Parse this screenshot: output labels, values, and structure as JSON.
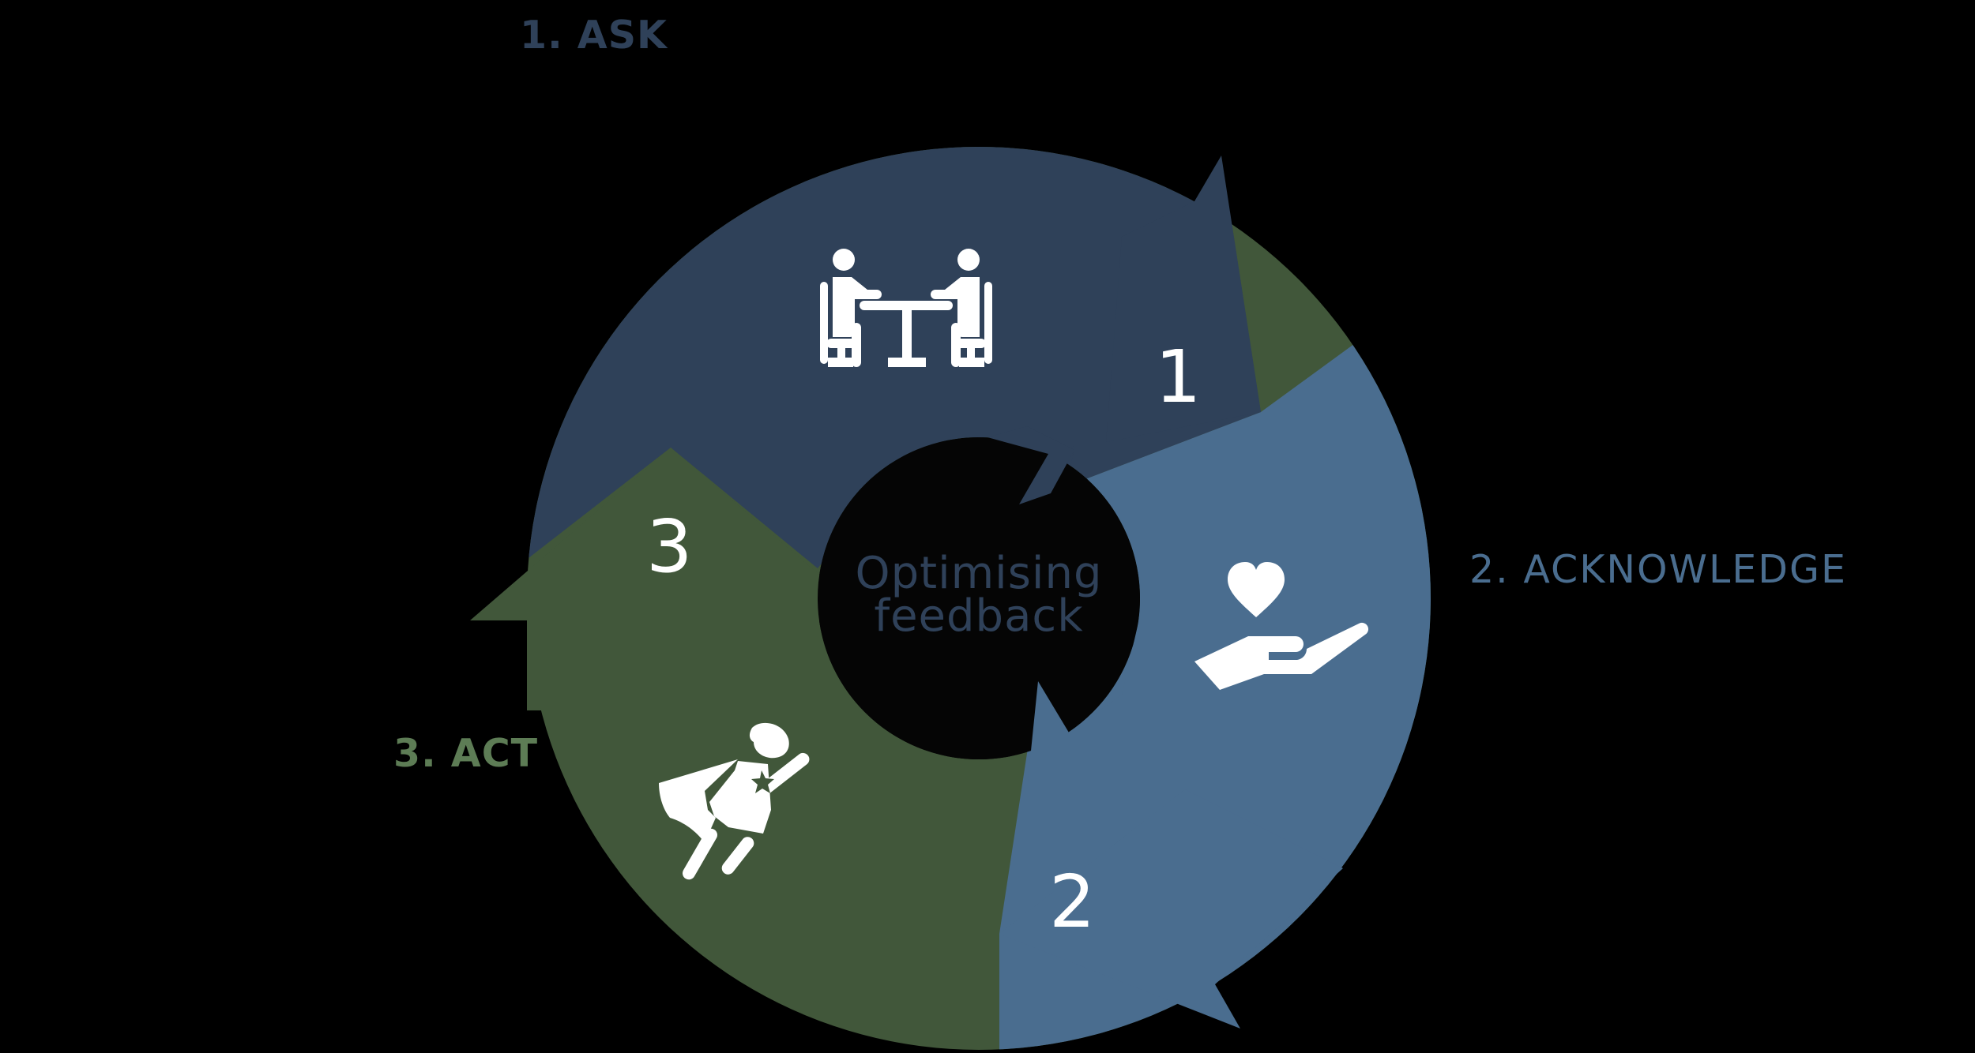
{
  "diagram": {
    "type": "cycle",
    "center_title": {
      "line1": "Optimising",
      "line2": "feedback"
    },
    "steps": [
      {
        "number": "1",
        "label": "1. ASK",
        "icon": "meeting-icon",
        "color": "#2f4159"
      },
      {
        "number": "2",
        "label": "2. ACKNOWLEDGE",
        "icon": "heart-in-hand-icon",
        "color": "#4a6d8f"
      },
      {
        "number": "3",
        "label": "3. ACT",
        "icon": "superhero-icon",
        "color": "#41573a"
      }
    ]
  },
  "colors": {
    "background": "#000000",
    "ask": "#2f4159",
    "acknowledge": "#4a6d8f",
    "act": "#41573a",
    "act_label": "#5d7c55",
    "center_text": "#2f4159",
    "icon": "#ffffff"
  }
}
